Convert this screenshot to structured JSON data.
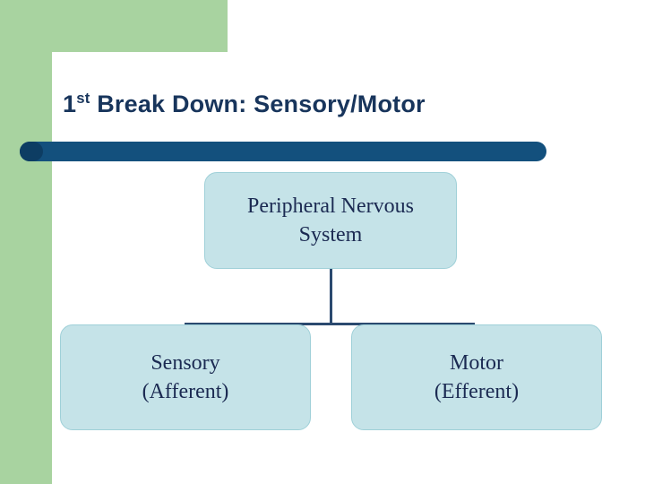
{
  "slide": {
    "title": {
      "prefix": "1",
      "superscript": "st",
      "rest": " Break Down:  Sensory/Motor"
    },
    "colors": {
      "green_band": "#a8d3a0",
      "title_text": "#18355c",
      "title_rule": "#13507d",
      "node_fill": "#c5e3e8",
      "node_text": "#1b2a52",
      "connector": "#2b4a6f"
    }
  },
  "diagram": {
    "type": "hierarchy",
    "nodes": [
      {
        "id": "pns",
        "label": "Peripheral Nervous System",
        "level": 0
      },
      {
        "id": "sensory",
        "label": "Sensory (Afferent)",
        "level": 1
      },
      {
        "id": "motor",
        "label": "Motor (Efferent)",
        "level": 1
      }
    ],
    "node_lines": {
      "pns": [
        "Peripheral Nervous",
        "System"
      ],
      "sensory": [
        "Sensory",
        "(Afferent)"
      ],
      "motor": [
        "Motor",
        "(Efferent)"
      ]
    },
    "edges": [
      {
        "from": "pns",
        "to": "sensory"
      },
      {
        "from": "pns",
        "to": "motor"
      }
    ]
  }
}
